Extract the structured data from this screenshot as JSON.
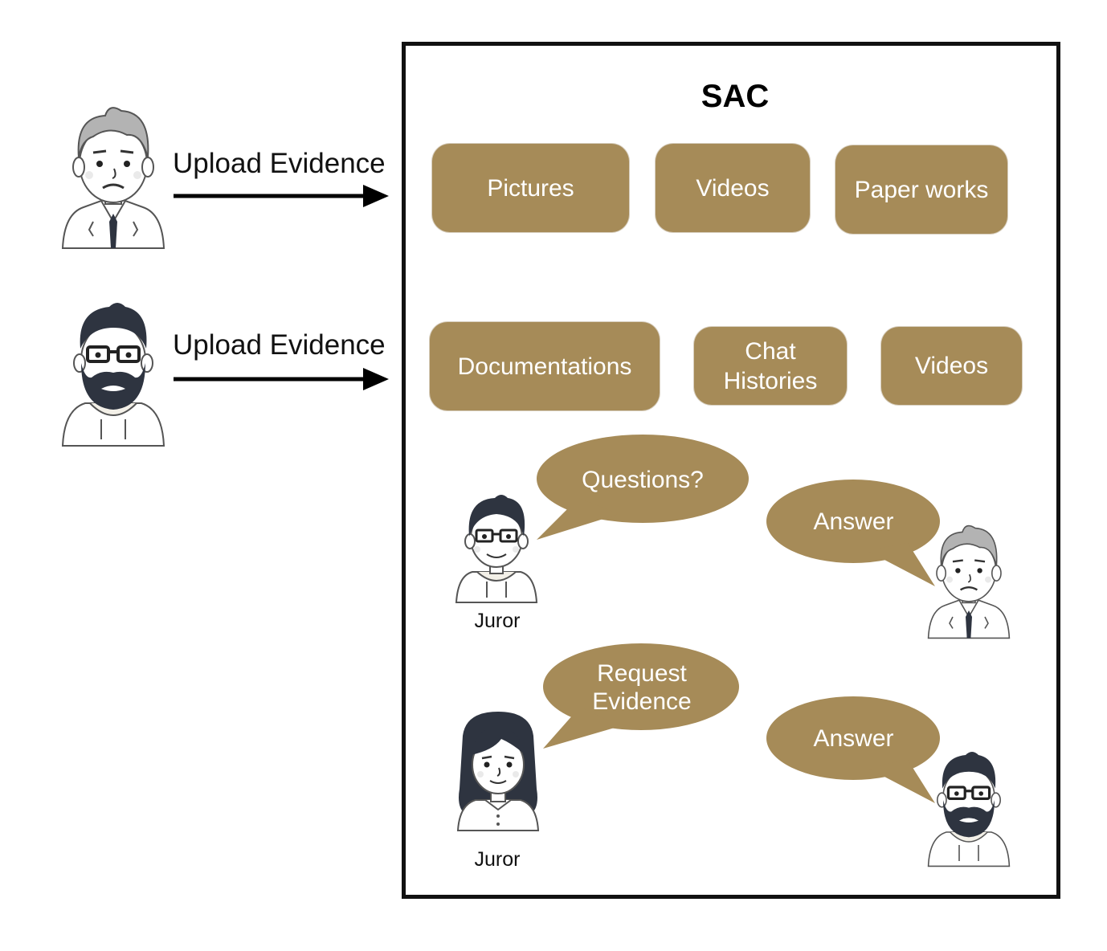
{
  "colors": {
    "accent": "#a68b58",
    "frame": "#111111",
    "box_text": "#ffffff"
  },
  "uploaders": [
    {
      "avatar": "man-tie-avatar",
      "label": "Upload Evidence"
    },
    {
      "avatar": "bearded-man-avatar",
      "label": "Upload Evidence"
    }
  ],
  "sac": {
    "title": "SAC",
    "row1": [
      "Pictures",
      "Videos",
      "Paper works"
    ],
    "row2": [
      "Documentations",
      "Chat\nHistories",
      "Videos"
    ]
  },
  "dialogues": [
    {
      "juror_avatar": "juror-man-glasses-avatar",
      "juror_label": "Juror",
      "question": "Questions?",
      "answer": "Answer",
      "responder_avatar": "man-tie-avatar"
    },
    {
      "juror_avatar": "juror-woman-avatar",
      "juror_label": "Juror",
      "question": "Request\nEvidence",
      "answer": "Answer",
      "responder_avatar": "bearded-man-avatar"
    }
  ]
}
